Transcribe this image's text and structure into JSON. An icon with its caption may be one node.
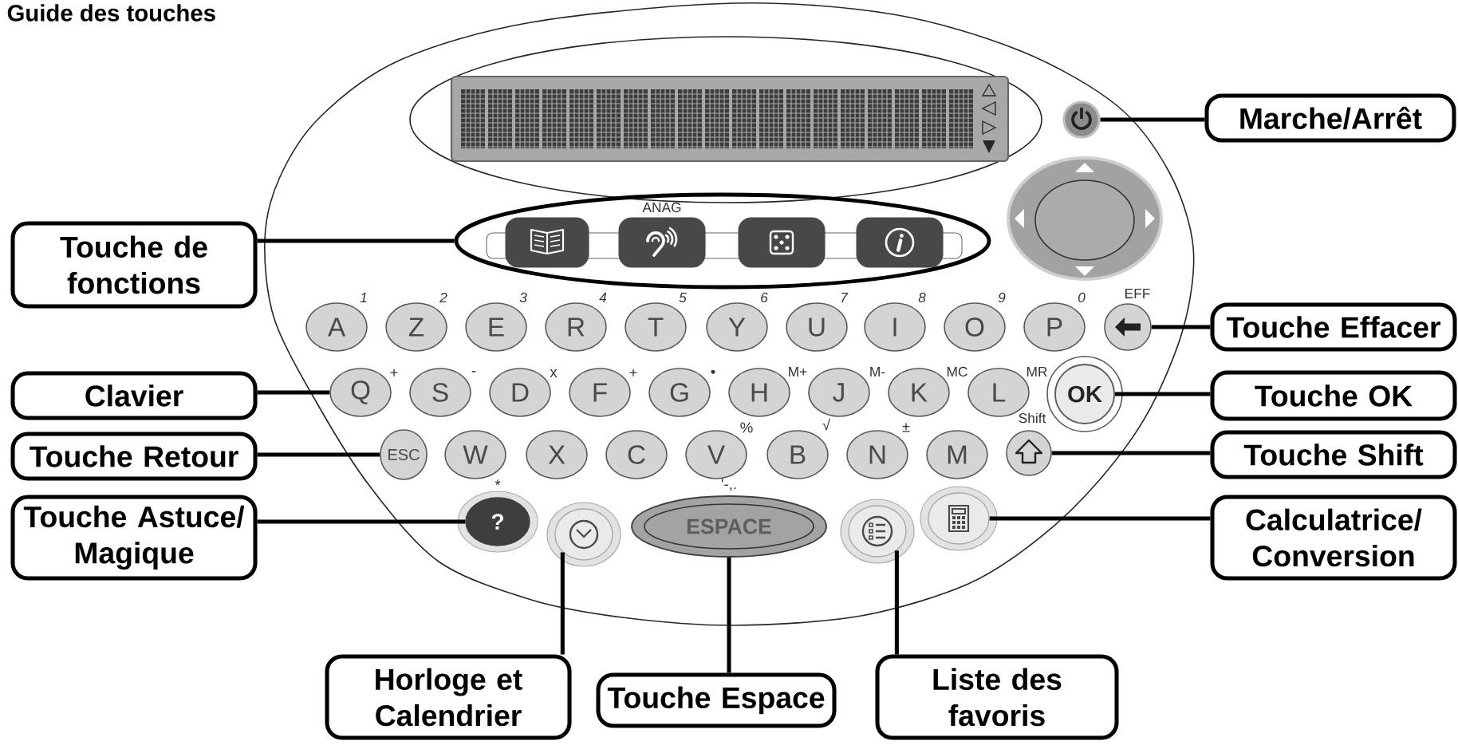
{
  "diagram": {
    "title": "Guide des touches",
    "nodes": [
      {
        "text": [],
        "shape": "circle"
      },
      {
        "text": [
          "Marche/Arrêt"
        ]
      },
      {
        "text": [],
        "shape": "ellipse"
      },
      {
        "text": [],
        "shape": "box",
        "in": 2
      },
      {
        "text": [],
        "shape": "box",
        "in": 2,
        "beside": [
          "ANAG"
        ]
      },
      {
        "text": [],
        "shape": "box",
        "in": 2
      },
      {
        "text": [],
        "shape": "box",
        "in": 2
      },
      {
        "text": [],
        "shape": "circle"
      },
      {
        "text": [
          "Touche de fonctions"
        ]
      },
      {
        "text": [
          "A"
        ],
        "beside": [
          "1"
        ]
      },
      {
        "text": [
          "Z"
        ],
        "beside": [
          "2"
        ]
      },
      {
        "text": [
          "E"
        ],
        "beside": [
          "3"
        ]
      },
      {
        "text": [
          "R"
        ],
        "beside": [
          "4"
        ]
      },
      {
        "text": [
          "T"
        ],
        "beside": [
          "5"
        ]
      },
      {
        "text": [
          "Y"
        ],
        "beside": [
          "6"
        ]
      },
      {
        "text": [
          "U"
        ],
        "beside": [
          "7"
        ]
      },
      {
        "text": [
          "I"
        ],
        "beside": [
          "8"
        ]
      },
      {
        "text": [
          "O"
        ],
        "beside": [
          "9"
        ]
      },
      {
        "text": [
          "P"
        ],
        "beside": [
          "0"
        ]
      },
      {
        "text": [],
        "shape": "circle",
        "beside": [
          "EFF"
        ]
      },
      {
        "text": [
          "Touche Effacer"
        ]
      },
      {
        "text": [
          "Clavier"
        ]
      },
      {
        "text": [
          "Q"
        ],
        "beside": [
          "+"
        ]
      },
      {
        "text": [
          "S"
        ],
        "beside": [
          "-"
        ]
      },
      {
        "text": [
          "D"
        ],
        "beside": [
          "x"
        ]
      },
      {
        "text": [
          "F"
        ],
        "beside": [
          "+"
        ]
      },
      {
        "text": [
          "G"
        ],
        "beside": [
          "•"
        ]
      },
      {
        "text": [
          "H"
        ],
        "beside": [
          "M+"
        ]
      },
      {
        "text": [
          "J"
        ],
        "beside": [
          "M-"
        ]
      },
      {
        "text": [
          "K"
        ],
        "beside": [
          "MC"
        ]
      },
      {
        "text": [
          "L"
        ],
        "beside": [
          "MR"
        ]
      },
      {
        "text": [
          "OK"
        ]
      },
      {
        "text": [
          "Touche OK"
        ]
      },
      {
        "text": [
          "Touche Retour"
        ]
      },
      {
        "text": [
          "ESC"
        ]
      },
      {
        "text": [
          "W"
        ]
      },
      {
        "text": [
          "X"
        ]
      },
      {
        "text": [
          "C"
        ]
      },
      {
        "text": [
          "V"
        ],
        "beside": [
          "%"
        ]
      },
      {
        "text": [
          "B"
        ],
        "beside": [
          "√"
        ]
      },
      {
        "text": [
          "N"
        ],
        "beside": [
          "±"
        ]
      },
      {
        "text": [
          "M"
        ]
      },
      {
        "text": [],
        "shape": "circle",
        "beside": [
          "Shift"
        ]
      },
      {
        "text": [
          "Touche Shift"
        ]
      },
      {
        "text": [
          "Touche Astuce/ Magique"
        ]
      },
      {
        "text": [
          "?"
        ],
        "beside": [
          "*"
        ]
      },
      {
        "text": [],
        "shape": "circle"
      },
      {
        "text": [
          "ESPACE"
        ],
        "beside": [
          "'-,."
        ]
      },
      {
        "text": [],
        "shape": "circle"
      },
      {
        "text": [],
        "shape": "circle"
      },
      {
        "text": [
          "Calculatrice/ Conversion"
        ]
      },
      {
        "text": [
          "Horloge et Calendrier"
        ]
      },
      {
        "text": [
          "Touche Espace"
        ]
      },
      {
        "text": [
          "Liste des favoris"
        ]
      }
    ],
    "edges": [
      {
        "from": 1,
        "to": 0,
        "arrow": "none"
      },
      {
        "from": 8,
        "to": 2,
        "arrow": "none"
      },
      {
        "from": 20,
        "to": 19,
        "arrow": "none"
      },
      {
        "from": 21,
        "to": 22,
        "arrow": "none"
      },
      {
        "from": 32,
        "to": 31,
        "arrow": "none"
      },
      {
        "from": 33,
        "to": 34,
        "arrow": "none"
      },
      {
        "from": 43,
        "to": 42,
        "arrow": "none"
      },
      {
        "from": 44,
        "to": 45,
        "arrow": "none"
      },
      {
        "from": 50,
        "to": 49,
        "arrow": "none"
      },
      {
        "from": 51,
        "to": 46,
        "arrow": "none"
      },
      {
        "from": 52,
        "to": 47,
        "arrow": "none"
      },
      {
        "from": 53,
        "to": 48,
        "arrow": "none"
      }
    ]
  }
}
